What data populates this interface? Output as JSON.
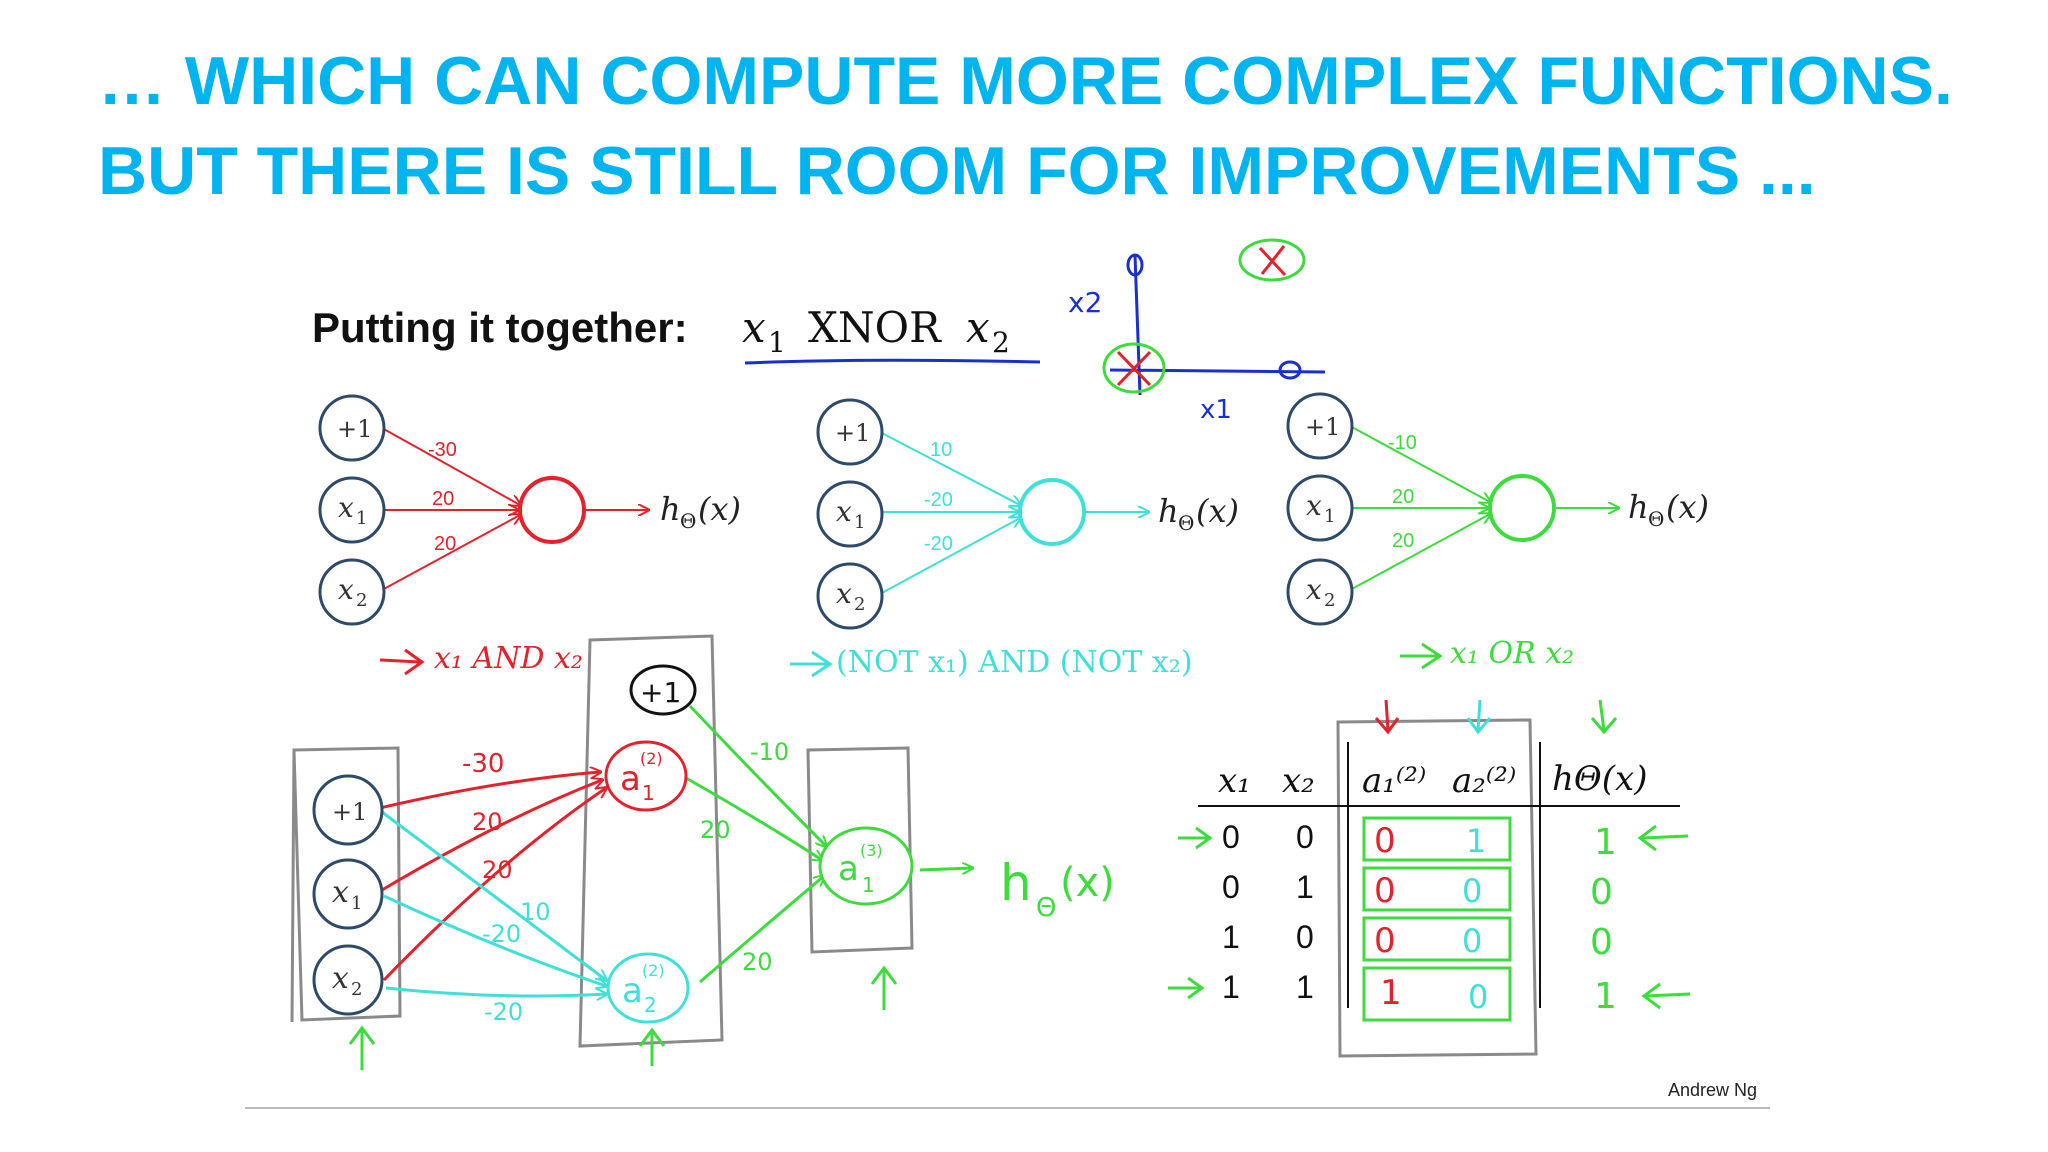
{
  "title": {
    "line1": "… WHICH CAN COMPUTE MORE COMPLEX FUNCTIONS.",
    "line2": "BUT THERE IS STILL ROOM FOR IMPROVEMENTS ..."
  },
  "heading": {
    "prefix": "Putting it together:",
    "x1": "x",
    "sub1": "1",
    "op": "XNOR",
    "x2": "x",
    "sub2": "2"
  },
  "nodes": {
    "bias": "+1",
    "x": "x",
    "sub1": "1",
    "sub2": "2",
    "h": "h",
    "theta": "Θ",
    "hx": "(x)"
  },
  "networks": {
    "and": {
      "w0": "-30",
      "w1": "20",
      "w2": "20",
      "label": "x₁ AND x₂",
      "color": "#e3222b"
    },
    "nor": {
      "w0": "10",
      "w1": "-20",
      "w2": "-20",
      "label": "(NOT x₁) AND (NOT x₂)",
      "color": "#3fe0d8"
    },
    "or": {
      "w0": "-10",
      "w1": "20",
      "w2": "20",
      "label": "x₁ OR x₂",
      "color": "#3ddc3d"
    }
  },
  "combined": {
    "w_bias_a1": "-30",
    "w_x1_a1": "20",
    "w_x2_a1": "20",
    "w_bias_a2": "10",
    "w_x1_a2": "-20",
    "w_x2_a2": "-20",
    "w_bias_a3": "-10",
    "w_a1_a3": "20",
    "w_a2_a3": "20",
    "a1_label": "a",
    "a1_super": "(2)",
    "a1_sub": "1",
    "a2_label": "a",
    "a2_super": "(2)",
    "a2_sub": "2",
    "a3_label": "a",
    "a3_super": "(3)",
    "a3_sub": "1",
    "output": "h",
    "output_sub": "Θ",
    "output_arg": "(x)",
    "bias_hand": "+1"
  },
  "sketch": {
    "x1_label": "x1",
    "x2_label": "x2"
  },
  "truth_table": {
    "headers": [
      "x₁",
      "x₂",
      "a₁⁽²⁾",
      "a₂⁽²⁾",
      "hΘ(x)"
    ],
    "rows": [
      {
        "x1": "0",
        "x2": "0",
        "a1": "0",
        "a2": "1",
        "h": "1"
      },
      {
        "x1": "0",
        "x2": "1",
        "a1": "0",
        "a2": "0",
        "h": "0"
      },
      {
        "x1": "1",
        "x2": "0",
        "a1": "0",
        "a2": "0",
        "h": "0"
      },
      {
        "x1": "1",
        "x2": "1",
        "a1": "1",
        "a2": "0",
        "h": "1"
      }
    ]
  },
  "credit": "Andrew Ng",
  "colors": {
    "title": "#00b4f0",
    "node_stroke": "#2e4a6b",
    "red": "#e3222b",
    "cyan": "#3fe0d8",
    "green": "#3ddc3d",
    "blue": "#1a2fd0",
    "gray": "#8a8a8a"
  }
}
